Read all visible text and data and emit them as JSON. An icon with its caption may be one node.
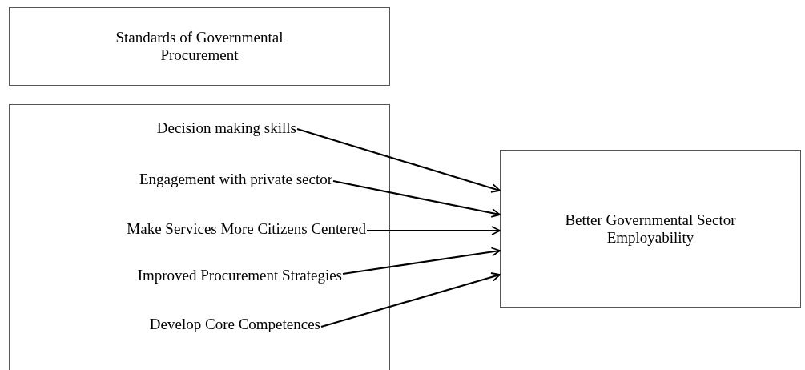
{
  "diagram": {
    "nodes": [
      {
        "text": [
          "Standards of Governmental Procurement"
        ]
      },
      {
        "text": [],
        "shape": "box"
      },
      {
        "text": [
          "Decision making skills"
        ],
        "in": 1
      },
      {
        "text": [
          "Engagement with private sector"
        ],
        "in": 1
      },
      {
        "text": [
          "Make Services More Citizens Centered"
        ],
        "in": 1
      },
      {
        "text": [
          "Improved Procurement Strategies"
        ],
        "in": 1
      },
      {
        "text": [
          "Develop Core Competences"
        ],
        "in": 1
      },
      {
        "text": [
          "Better Governmental Sector Employability"
        ]
      }
    ],
    "edges": [
      {
        "from": 2,
        "to": 7,
        "arrow": "to"
      },
      {
        "from": 3,
        "to": 7,
        "arrow": "to"
      },
      {
        "from": 4,
        "to": 7,
        "arrow": "to"
      },
      {
        "from": 5,
        "to": 7,
        "arrow": "to"
      },
      {
        "from": 6,
        "to": 7,
        "arrow": "to"
      }
    ]
  }
}
